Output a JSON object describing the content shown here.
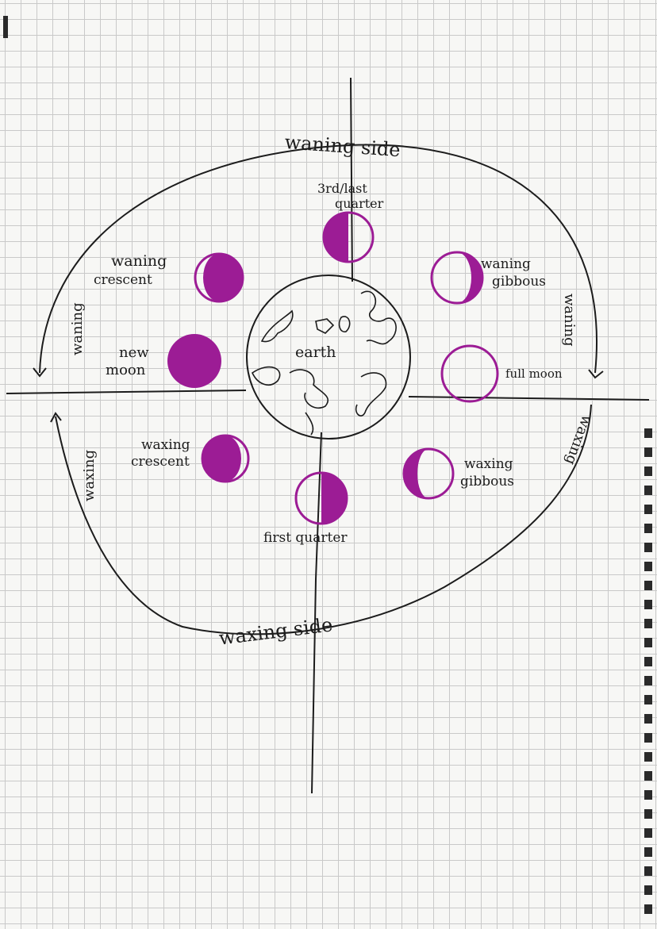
{
  "diagram": {
    "center_label": "earth",
    "outer_labels": {
      "top": "waning side",
      "bottom": "waxing side",
      "left_top": "waning",
      "left_bottom": "waxing",
      "right_top": "waning",
      "right_bottom": "waxing"
    },
    "phases": [
      {
        "id": "third-quarter",
        "label_line1": "3rd/last",
        "label_line2": "quarter"
      },
      {
        "id": "waning-gibbous",
        "label_line1": "waning",
        "label_line2": "gibbous"
      },
      {
        "id": "full-moon",
        "label_line1": "full moon",
        "label_line2": ""
      },
      {
        "id": "waxing-gibbous",
        "label_line1": "waxing",
        "label_line2": "gibbous"
      },
      {
        "id": "first-quarter",
        "label_line1": "first quarter",
        "label_line2": ""
      },
      {
        "id": "waxing-crescent",
        "label_line1": "waxing",
        "label_line2": "crescent"
      },
      {
        "id": "new-moon",
        "label_line1": "new",
        "label_line2": "moon"
      },
      {
        "id": "waning-crescent",
        "label_line1": "waning",
        "label_line2": "crescent"
      }
    ],
    "colors": {
      "ink": "#1c1c1c",
      "moon_purple": "#9c1c95",
      "grid": "#c9c9c9"
    }
  }
}
